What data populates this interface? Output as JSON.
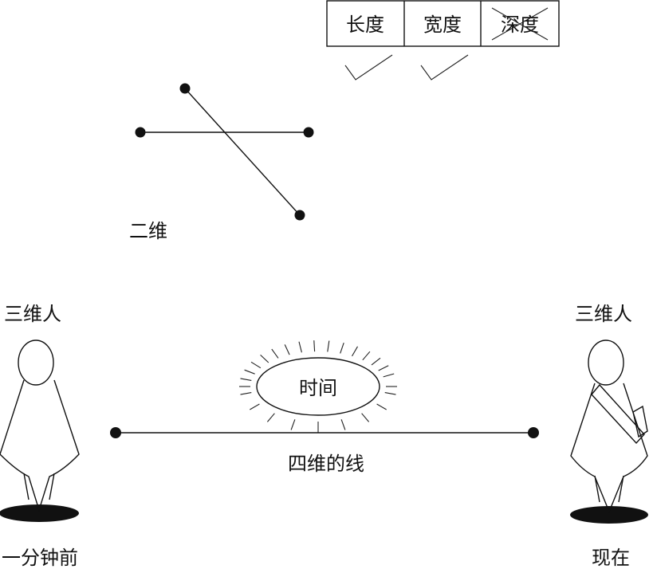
{
  "dimension_table": {
    "cells": [
      {
        "label": "长度",
        "checked": true,
        "crossed": false
      },
      {
        "label": "宽度",
        "checked": true,
        "crossed": false
      },
      {
        "label": "深度",
        "checked": false,
        "crossed": true
      }
    ]
  },
  "two_d": {
    "label": "二维"
  },
  "left_figure": {
    "label_top": "三维人",
    "label_bottom": "一分钟前"
  },
  "right_figure": {
    "label_top": "三维人",
    "label_bottom": "现在"
  },
  "time_bubble": {
    "label": "时间"
  },
  "four_d_line": {
    "label": "四维的线"
  }
}
